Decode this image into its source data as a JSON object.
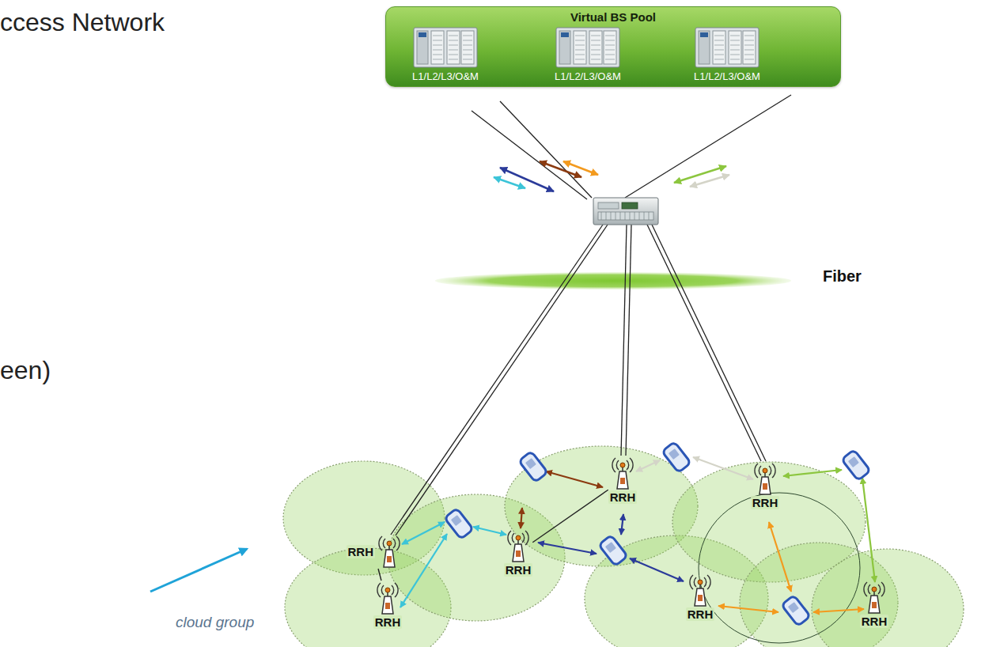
{
  "diagram": {
    "nodes": [
      {
        "text": [
          "Virtual BS Pool"
        ]
      },
      {
        "text": [
          "L1/L2/L3/O&M"
        ],
        "in": 0
      },
      {
        "text": [
          "L1/L2/L3/O&M"
        ],
        "in": 0
      },
      {
        "text": [
          "L1/L2/L3/O&M"
        ],
        "in": 0
      },
      {
        "text": [
          "RRH"
        ]
      },
      {
        "text": [
          "RRH"
        ]
      },
      {
        "text": [
          "RRH"
        ]
      },
      {
        "text": [
          "RRH"
        ]
      },
      {
        "text": [
          "RRH"
        ]
      },
      {
        "text": [
          "RRH"
        ]
      },
      {
        "text": [
          "RRH"
        ]
      }
    ],
    "edges": [
      {
        "from": 6,
        "to": 9,
        "arrow": "none"
      },
      {
        "from": 7,
        "to": 4,
        "arrow": "none"
      }
    ],
    "labels": [
      "ccess Network",
      "een)",
      "Fiber",
      "cloud group"
    ]
  }
}
